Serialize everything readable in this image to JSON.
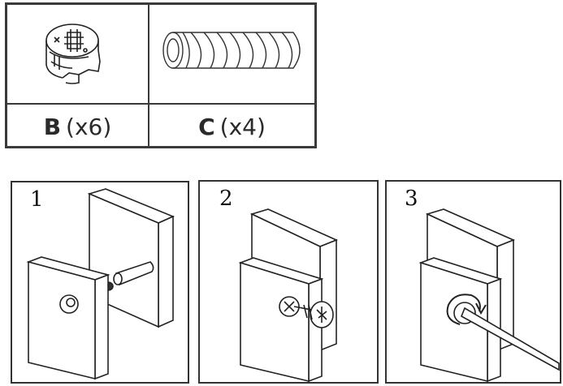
{
  "parts": [
    {
      "letter": "B",
      "qty": "(x6)",
      "icon": "cam-lock-icon"
    },
    {
      "letter": "C",
      "qty": "(x4)",
      "icon": "wooden-dowel-icon"
    }
  ],
  "steps": [
    {
      "number": "1",
      "icon": "insert-cam-bolt-icon"
    },
    {
      "number": "2",
      "icon": "join-panels-icon"
    },
    {
      "number": "3",
      "icon": "tighten-cam-lock-icon"
    }
  ]
}
